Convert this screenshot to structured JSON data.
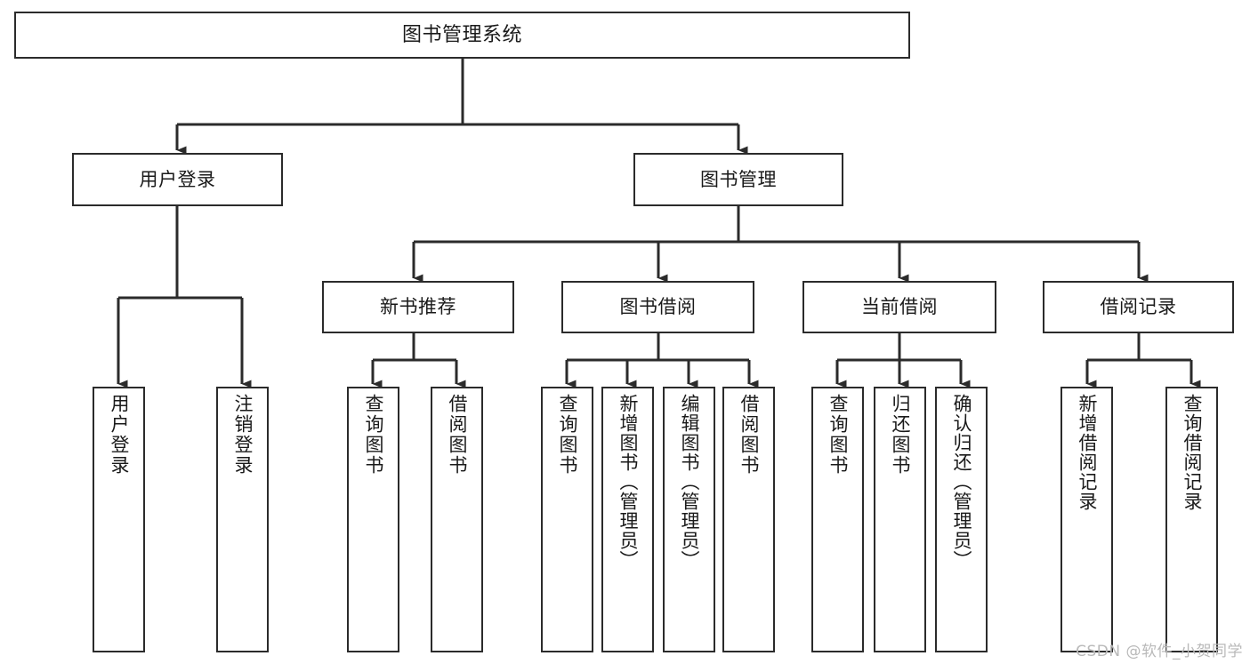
{
  "diagram": {
    "type": "tree-hierarchy-chart",
    "title": "图书管理系统",
    "colors": {
      "box_border": "#2b2b2b",
      "box_fill": "#ffffff",
      "connector": "#2b2b2b",
      "text": "#1a1a1a",
      "watermark": "#b9b9b9",
      "background": "#ffffff"
    },
    "root": {
      "label": "图书管理系统"
    },
    "level2": [
      {
        "label": "用户登录"
      },
      {
        "label": "图书管理"
      }
    ],
    "level3": [
      {
        "label": "新书推荐"
      },
      {
        "label": "图书借阅"
      },
      {
        "label": "当前借阅"
      },
      {
        "label": "借阅记录"
      }
    ],
    "leaves": {
      "user_login": [
        {
          "label": "用户登录"
        },
        {
          "label": "注销登录"
        }
      ],
      "new_book_recommend": [
        {
          "label": "查询图书"
        },
        {
          "label": "借阅图书"
        }
      ],
      "book_borrow": [
        {
          "label": "查询图书"
        },
        {
          "label": "新增图书（管理员）"
        },
        {
          "label": "编辑图书（管理员）"
        },
        {
          "label": "借阅图书"
        }
      ],
      "current_borrow": [
        {
          "label": "查询图书"
        },
        {
          "label": "归还图书"
        },
        {
          "label": "确认归还（管理员）"
        }
      ],
      "borrow_record": [
        {
          "label": "新增借阅记录"
        },
        {
          "label": "查询借阅记录"
        }
      ]
    }
  },
  "watermark": {
    "text": "CSDN @软件_小贺同学"
  }
}
